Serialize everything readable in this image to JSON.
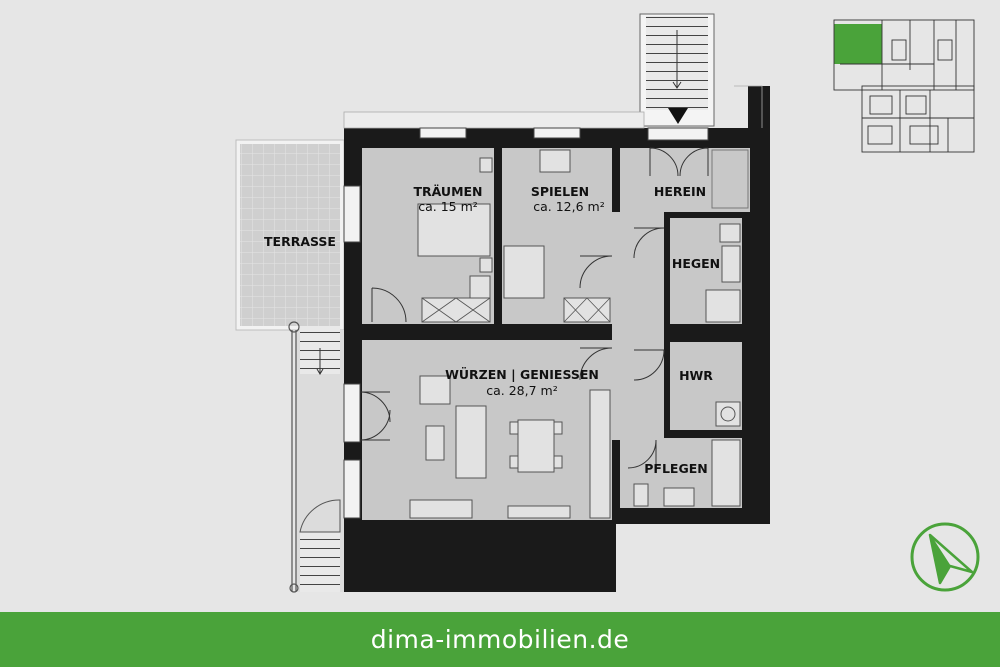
{
  "rooms": {
    "traeumen": {
      "name": "TRÄUMEN",
      "area": "ca. 15 m²"
    },
    "spielen": {
      "name": "SPIELEN",
      "area": "ca. 12,6 m²"
    },
    "herein": {
      "name": "HEREIN"
    },
    "terrasse": {
      "name": "TERRASSE"
    },
    "hegen": {
      "name": "HEGEN"
    },
    "hwr": {
      "name": "HWR"
    },
    "wuerzen": {
      "name": "WÜRZEN | GENIESSEN",
      "area": "ca. 28,7 m²"
    },
    "pflegen": {
      "name": "PFLEGEN"
    }
  },
  "footer": {
    "website": "dima-immobilien.de"
  },
  "colors": {
    "brand_green": "#4aa33a",
    "wall": "#1a1a1a",
    "room_fill": "#c8c8c8",
    "background": "#e6e6e6"
  },
  "icons": {
    "compass": "north-arrow-icon",
    "keyplan": "key-plan-thumbnail"
  }
}
